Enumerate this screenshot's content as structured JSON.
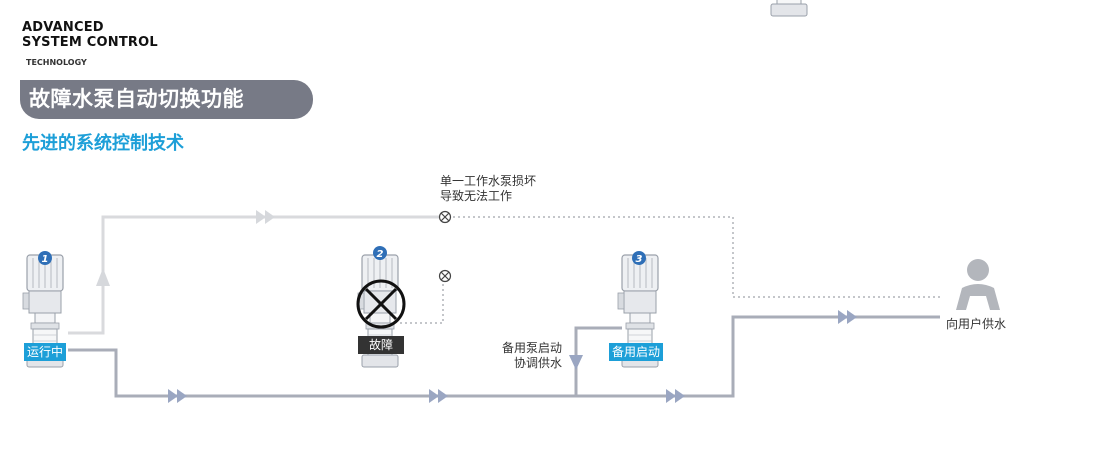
{
  "header": {
    "line1": "ADVANCED",
    "line2": "SYSTEM CONTROL",
    "line3": "TECHNOLOGY",
    "title": "故障水泵自动切换功能",
    "subtitle": "先进的系统控制技术"
  },
  "pumps": [
    {
      "number": "1",
      "status": "运行中",
      "status_color": "#1d9fd8"
    },
    {
      "number": "2",
      "status": "故障",
      "status_color": "#333333"
    },
    {
      "number": "3",
      "status": "备用启动",
      "status_color": "#1d9fd8"
    }
  ],
  "notes": {
    "fault_line1": "单一工作水泵损坏",
    "fault_line2": "导致无法工作",
    "standby_line1": "备用泵启动",
    "standby_line2": "协调供水",
    "user": "向用户供水"
  },
  "colors": {
    "active_pipe": "#a9adb8",
    "inactive_pipe": "#d9dadd",
    "arrow_active": "#9aa6c2",
    "arrow_inactive": "#d6d8dc",
    "badge": "#2f6fb7",
    "accent": "#1d9fd8"
  }
}
